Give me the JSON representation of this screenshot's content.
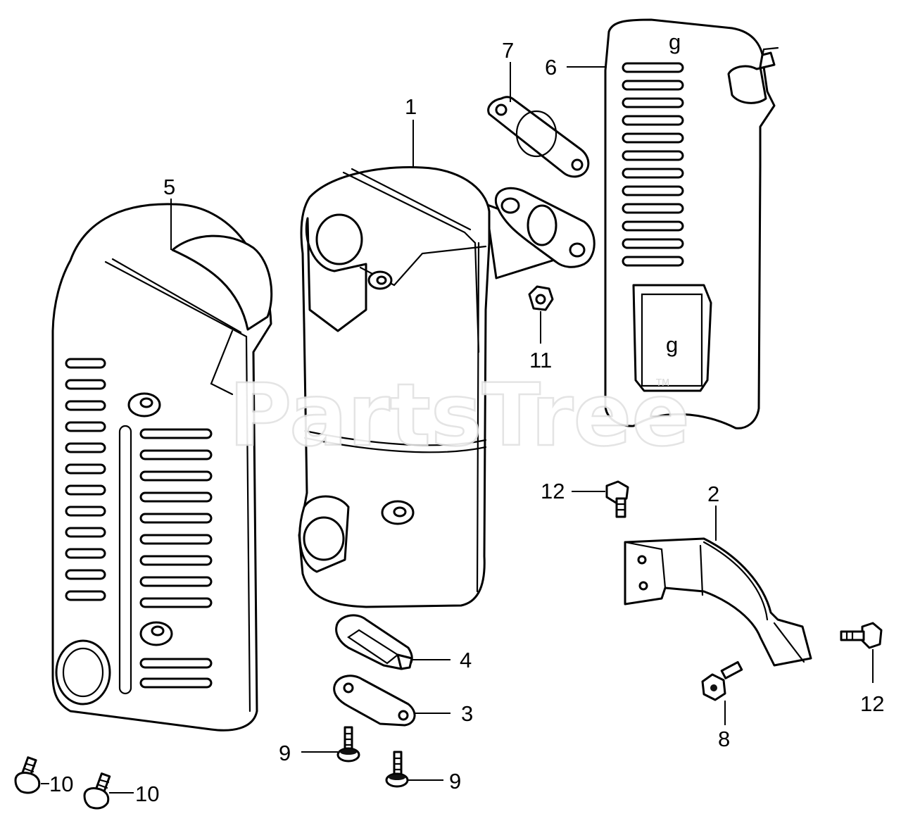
{
  "watermark": {
    "text": "PartsTree",
    "trademark": "TM"
  },
  "callouts": {
    "c1": "1",
    "c2": "2",
    "c3": "3",
    "c4": "4",
    "c5": "5",
    "c6": "6",
    "c7": "7",
    "c8": "8",
    "c9a": "9",
    "c9b": "9",
    "c10a": "10",
    "c10b": "10",
    "c11": "11",
    "c12a": "12",
    "c12b": "12"
  },
  "embossed": {
    "mark_top": "g",
    "mark_bottom": "g"
  },
  "colors": {
    "line": "#000000",
    "background": "#ffffff",
    "watermark": "#e2e2e2"
  }
}
